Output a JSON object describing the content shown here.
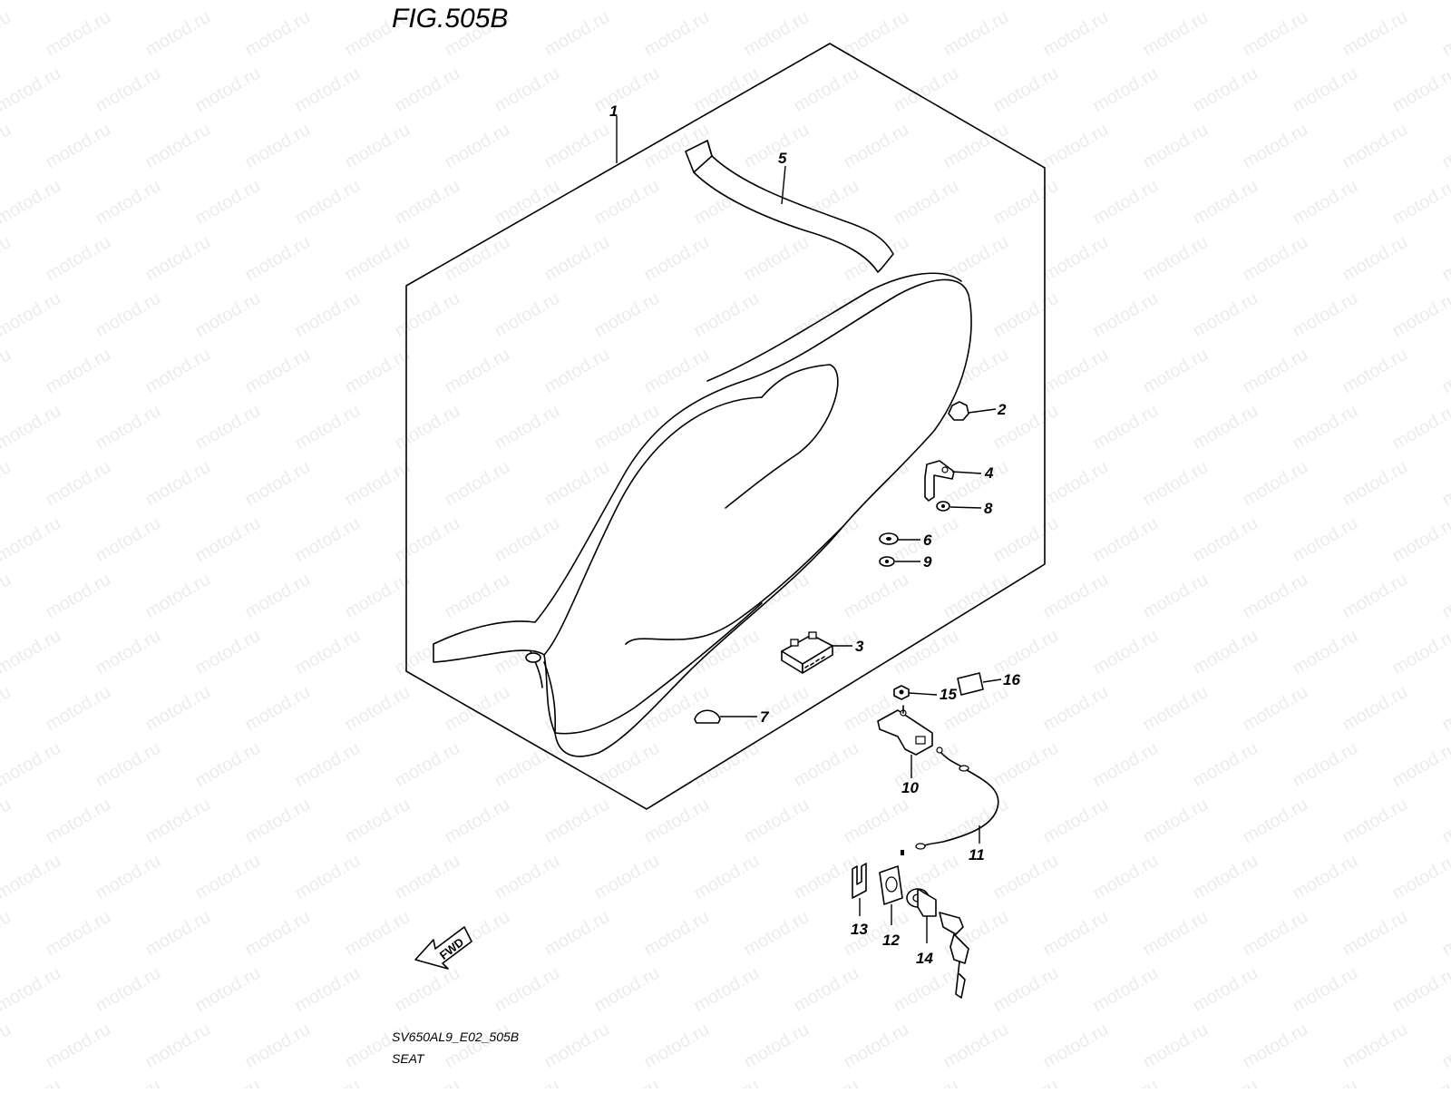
{
  "figure": {
    "title": "FIG.505B",
    "code": "SV650AL9_E02_505B",
    "name": "SEAT"
  },
  "watermark": {
    "text": "motod.ru"
  },
  "fwd_label": "FWD",
  "callouts": [
    "1",
    "2",
    "3",
    "4",
    "5",
    "6",
    "7",
    "8",
    "9",
    "10",
    "11",
    "12",
    "13",
    "14",
    "15",
    "16"
  ]
}
